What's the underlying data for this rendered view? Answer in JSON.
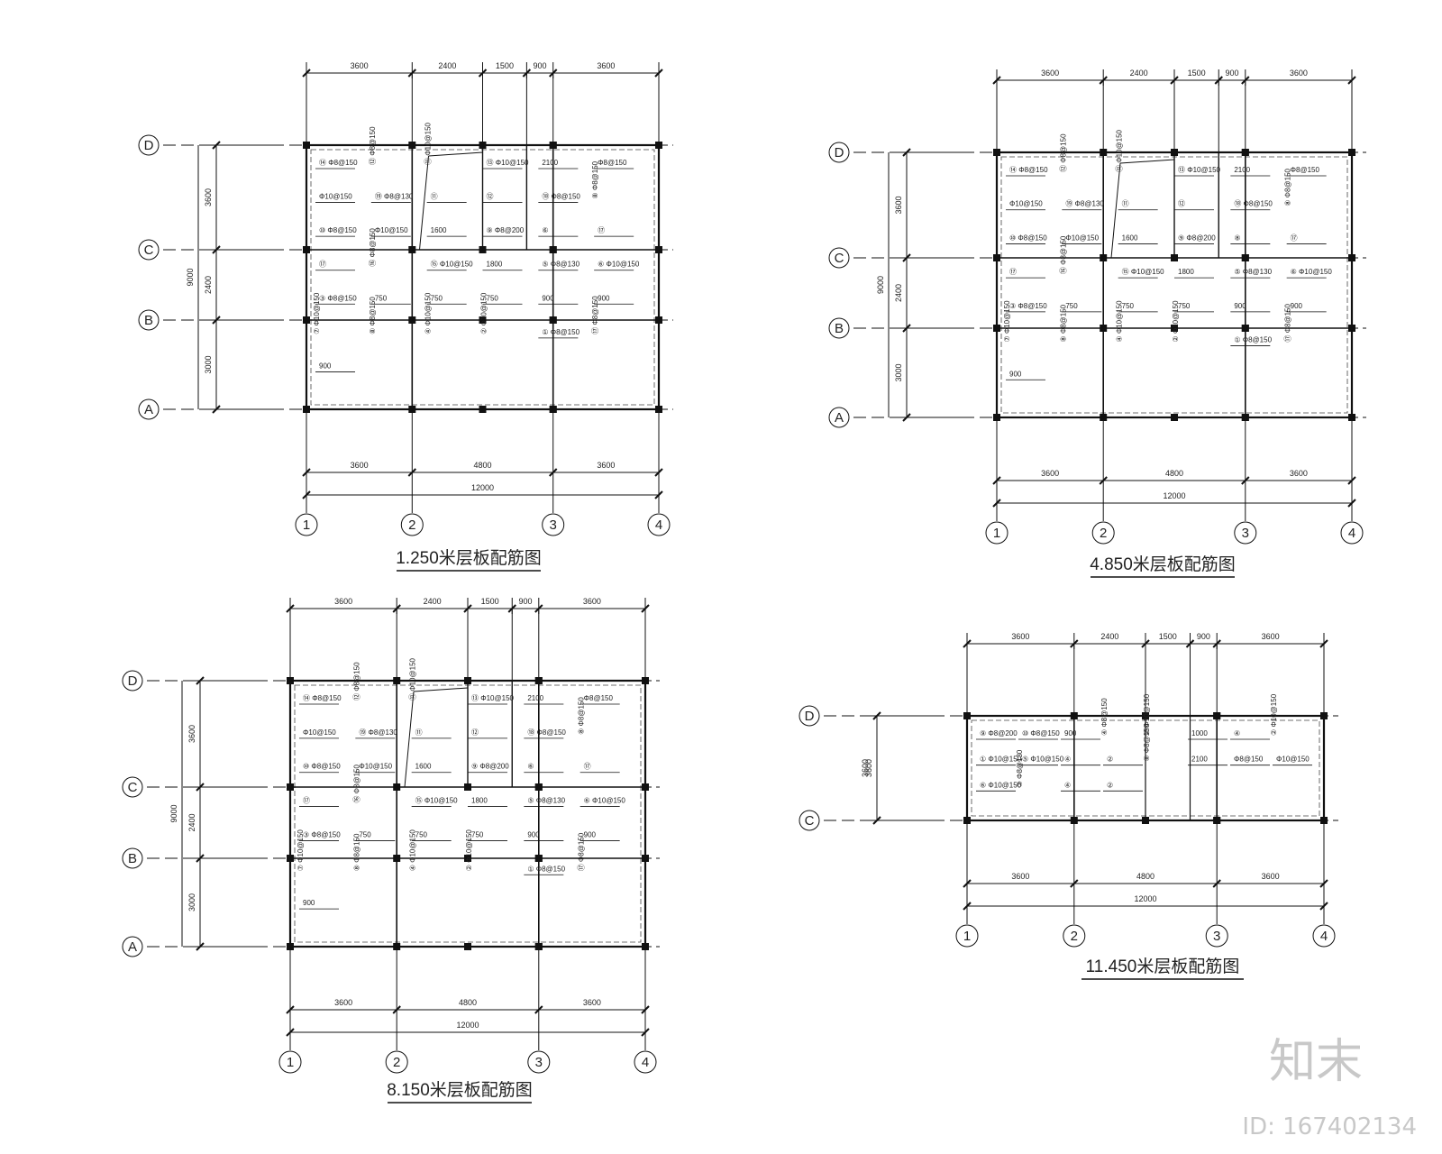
{
  "plans": [
    {
      "id": "plan-1250",
      "title": "1.250米层板配筋图",
      "rows": [
        "D",
        "C",
        "B",
        "A"
      ],
      "cols": [
        "1",
        "2",
        "3",
        "4"
      ],
      "top_dims": [
        "3600",
        "2400",
        "1500",
        "900",
        "3600"
      ],
      "left_dims": [
        "3600",
        "2400",
        "3000"
      ],
      "left_total": "9000",
      "bottom_dims": [
        "3600",
        "4800",
        "3600"
      ],
      "bottom_total": "12000",
      "notes": [
        "⑭ Φ8@150",
        "⑫ Φ8@150",
        "⑪ Φ10@150",
        "⑬ Φ10@150",
        "2100",
        "Φ8@150",
        "Φ10@150",
        "⑲ Φ8@130",
        "⑪",
        "⑫",
        "⑱ Φ8@150",
        "⑧ Φ8@150",
        "⑩ Φ8@150",
        "Φ10@150",
        "1600",
        "⑨ Φ8@200",
        "⑥",
        "⑰",
        "⑰",
        "⑯ Φ8@150",
        "⑮ Φ10@150",
        "1800",
        "⑤ Φ8@130",
        "⑥ Φ10@150",
        "③ Φ8@150",
        "750",
        "750",
        "750",
        "900",
        "900",
        "⑦ Φ10@150",
        "⑧ Φ8@150",
        "④ Φ10@150",
        "② Φ10@150",
        "① Φ8@150",
        "⑰ Φ8@150",
        "900"
      ]
    },
    {
      "id": "plan-4850",
      "title": "4.850米层板配筋图",
      "rows": [
        "D",
        "C",
        "B",
        "A"
      ],
      "cols": [
        "1",
        "2",
        "3",
        "4"
      ],
      "top_dims": [
        "3600",
        "2400",
        "1500",
        "900",
        "3600"
      ],
      "left_dims": [
        "3600",
        "2400",
        "3000"
      ],
      "left_total": "9000",
      "bottom_dims": [
        "3600",
        "4800",
        "3600"
      ],
      "bottom_total": "12000",
      "notes": [
        "⑭ Φ8@150",
        "⑫ Φ8@150",
        "⑪ Φ10@150",
        "⑬ Φ10@150",
        "2100",
        "Φ8@150",
        "Φ10@150",
        "⑲ Φ8@130",
        "⑪",
        "⑫",
        "⑱ Φ8@150",
        "⑧ Φ8@150",
        "⑩ Φ8@150",
        "Φ10@150",
        "1600",
        "⑨ Φ8@200",
        "⑧",
        "⑰",
        "⑰",
        "⑯ Φ8@150",
        "⑮ Φ10@150",
        "1800",
        "⑤ Φ8@130",
        "⑥ Φ10@150",
        "③ Φ8@150",
        "750",
        "750",
        "750",
        "900",
        "900",
        "⑦ Φ10@150",
        "⑧ Φ8@150",
        "④ Φ10@150",
        "② Φ10@150",
        "① Φ8@150",
        "⑰ Φ8@150",
        "900"
      ]
    },
    {
      "id": "plan-8150",
      "title": "8.150米层板配筋图",
      "rows": [
        "D",
        "C",
        "B",
        "A"
      ],
      "cols": [
        "1",
        "2",
        "3",
        "4"
      ],
      "top_dims": [
        "3600",
        "2400",
        "1500",
        "900",
        "3600"
      ],
      "left_dims": [
        "3600",
        "2400",
        "3000"
      ],
      "left_total": "9000",
      "bottom_dims": [
        "3600",
        "4800",
        "3600"
      ],
      "bottom_total": "12000",
      "notes": [
        "⑭ Φ8@150",
        "⑫ Φ8@150",
        "⑪ Φ10@150",
        "⑬ Φ10@150",
        "2100",
        "Φ8@150",
        "Φ10@150",
        "⑲ Φ8@130",
        "⑪",
        "⑫",
        "⑱ Φ8@150",
        "⑧ Φ8@150",
        "⑩ Φ8@150",
        "Φ10@150",
        "1600",
        "⑨ Φ8@200",
        "⑥",
        "⑰",
        "⑰",
        "⑯ Φ8@150",
        "⑮ Φ10@150",
        "1800",
        "⑤ Φ8@130",
        "⑥ Φ10@150",
        "③ Φ8@150",
        "750",
        "750",
        "750",
        "900",
        "900",
        "⑦ Φ10@150",
        "⑧ Φ8@150",
        "④ Φ10@150",
        "② Φ10@150",
        "① Φ8@150",
        "⑰ Φ8@150",
        "900"
      ]
    },
    {
      "id": "plan-11450",
      "title": "11.450米层板配筋图",
      "rows": [
        "D",
        "C"
      ],
      "cols": [
        "1",
        "2",
        "3",
        "4"
      ],
      "top_dims": [
        "3600",
        "2400",
        "1500",
        "900",
        "3600"
      ],
      "left_dims": [
        "3600"
      ],
      "left_total": "3600",
      "bottom_dims": [
        "3600",
        "4800",
        "3600"
      ],
      "bottom_total": "12000",
      "notes": [
        "⑨ Φ8@200",
        "⑩ Φ8@150",
        "900",
        "④ Φ8@150",
        "② Φ10@150",
        "1000",
        "④",
        "② Φ10@150",
        "① Φ10@150",
        "⑤ Φ10@150",
        "④",
        "②",
        "⑧ Φ8@150",
        "2100",
        "Φ8@150",
        "Φ10@150",
        "⑥ Φ10@150",
        "⑦ Φ8@130",
        "④",
        "②"
      ]
    }
  ],
  "watermark": {
    "brand": "知末",
    "id_text": "ID: 167402134"
  }
}
